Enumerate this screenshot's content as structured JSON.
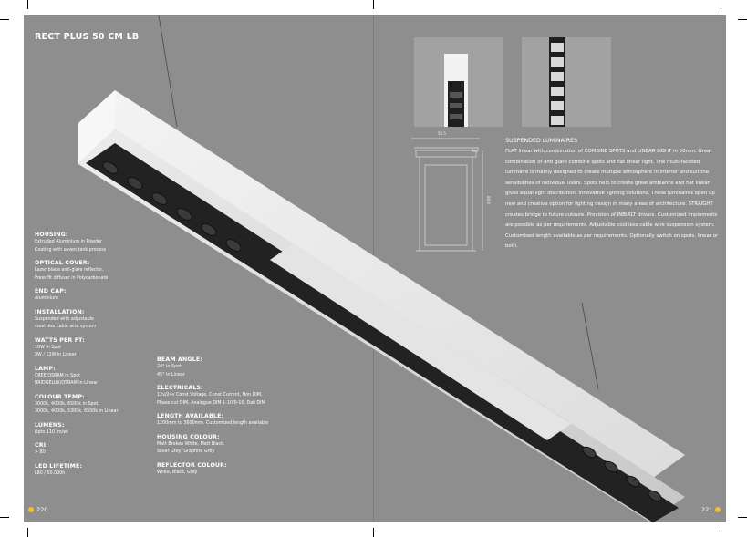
{
  "title": "RECT PLUS 50 CM LB",
  "specs_left": [
    {
      "label": "HOUSING:",
      "value": "Extruded Aluminium in Powder\nCoating with seven tank process"
    },
    {
      "label": "OPTICAL COVER:",
      "value": "Lazer blade anti-glare reflector,\nPress fit diffuser in Polycarbonate"
    },
    {
      "label": "END CAP:",
      "value": "Aluminium"
    },
    {
      "label": "INSTALLATION:",
      "value": "Suspended with adjustable\nsteel less cable wire system"
    },
    {
      "label": "WATTS PER FT:",
      "value": "10W in Spot\n9W / 12W in Linear"
    },
    {
      "label": "LAMP:",
      "value": "CREE/OSRAM in Spot\nBRIDGELUX/OSRAM in Linear"
    },
    {
      "label": "COLOUR TEMP:",
      "value": "3000k, 4000k, 6500k in Spot,\n3000k, 4000k, 5300k, 6500k in Linear"
    },
    {
      "label": "LUMENS:",
      "value": "Upto 110 lm/wt"
    },
    {
      "label": "CRI:",
      "value": "> 80"
    },
    {
      "label": "LED LIFETIME:",
      "value": "L80 / 50,000h"
    }
  ],
  "specs_mid": [
    {
      "label": "BEAM ANGLE:",
      "value": "24° in Spot\n45° in Linear"
    },
    {
      "label": "ELECTRICALS:",
      "value": "12v/24v Const Voltage, Const Current, Non DIM,\nPhase cut DIM, Analogue DIM 1-10/0-10, Dali DIM"
    },
    {
      "label": "LENGTH AVAILABLE:",
      "value": "1200mm to 3600mm. Customized length available"
    },
    {
      "label": "HOUSING COLOUR:",
      "value": "Matt Broken White, Matt Black,\nSilver Grey, Graphite Grey"
    },
    {
      "label": "REFLECTOR COLOUR:",
      "value": "White, Black, Grey"
    }
  ],
  "description": {
    "heading": "SUSPENDED LUMINAIRES",
    "body": "FLAT linear with combination of COMBINE SPOTS and LINEAR LIGHT in 50mm. Great combination of anti glare combine spots and flat linear light. The multi-faceted luminaire is mainly designed to create multiple atmosphere in interior and suit the sensibilities of individual users. Spots help to create great ambiance and flat linear gives equal light distribution. Innovative lighting solutions. These luminaires open up new and creative option for lighting design in many areas of architecture. STRAIGHT creates bridge to future cutoure. Provision of INBUILT drivers. Customized implements are possible as per requirements. Adjustable cool less cable wire suspension system. Customised length available as per requirements. Optionally switch on spots, linear or both."
  },
  "drawing": {
    "dim_width": "50.5",
    "dim_height": "80.0"
  },
  "page_left": "220",
  "page_right": "221",
  "colors": {
    "page_bg": "#8e8e8e",
    "accent_dot": "#f2c12e",
    "text": "#ffffff"
  }
}
